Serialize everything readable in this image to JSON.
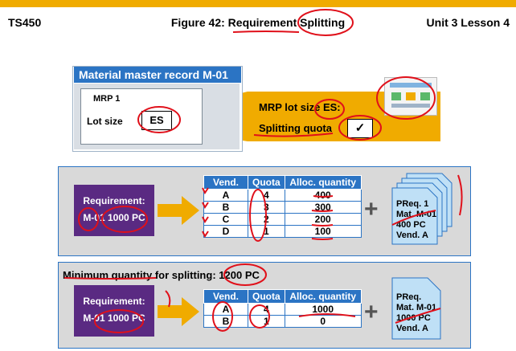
{
  "header": {
    "course": "TS450",
    "figure_title": "Figure 42: Requirement Splitting",
    "unit": "Unit 3 Lesson 4"
  },
  "material_master": {
    "title": "Material master record M-01",
    "view": "MRP 1",
    "lot_size_label": "Lot size",
    "lot_size_value": "ES"
  },
  "callout": {
    "lot_size_text": "MRP lot size ES:",
    "splitting_quota_label": "Splitting quota",
    "checkbox_mark": "✓"
  },
  "panel1": {
    "requirement_line1": "Requirement:",
    "requirement_line2": "M-01 1000 PC",
    "table": {
      "headers": [
        "Vend.",
        "Quota",
        "Alloc. quantity"
      ],
      "rows": [
        [
          "A",
          "4",
          "400"
        ],
        [
          "B",
          "3",
          "300"
        ],
        [
          "C",
          "2",
          "200"
        ],
        [
          "D",
          "1",
          "100"
        ]
      ]
    },
    "plus": "+",
    "preq_lines": [
      "PReq. 1",
      "Mat. M-01",
      "400 PC",
      "Vend. A"
    ]
  },
  "panel2": {
    "minimum_quantity_label": "Minimum quantity for splitting:",
    "minimum_quantity_value": "1200 PC",
    "requirement_line1": "Requirement:",
    "requirement_line2": "M-01 1000 PC",
    "table": {
      "headers": [
        "Vend.",
        "Quota",
        "Alloc. quantity"
      ],
      "rows": [
        [
          "A",
          "4",
          "1000"
        ],
        [
          "B",
          "1",
          "0"
        ]
      ]
    },
    "plus": "+",
    "preq_lines": [
      "PReq.",
      "Mat. M-01",
      "1000 PC",
      "Vend. A"
    ]
  },
  "colors": {
    "accent_yellow": "#f0ab00",
    "header_blue": "#2b74c4",
    "requirement_purple": "#5a2a82",
    "annotation_red": "#e0101a"
  }
}
